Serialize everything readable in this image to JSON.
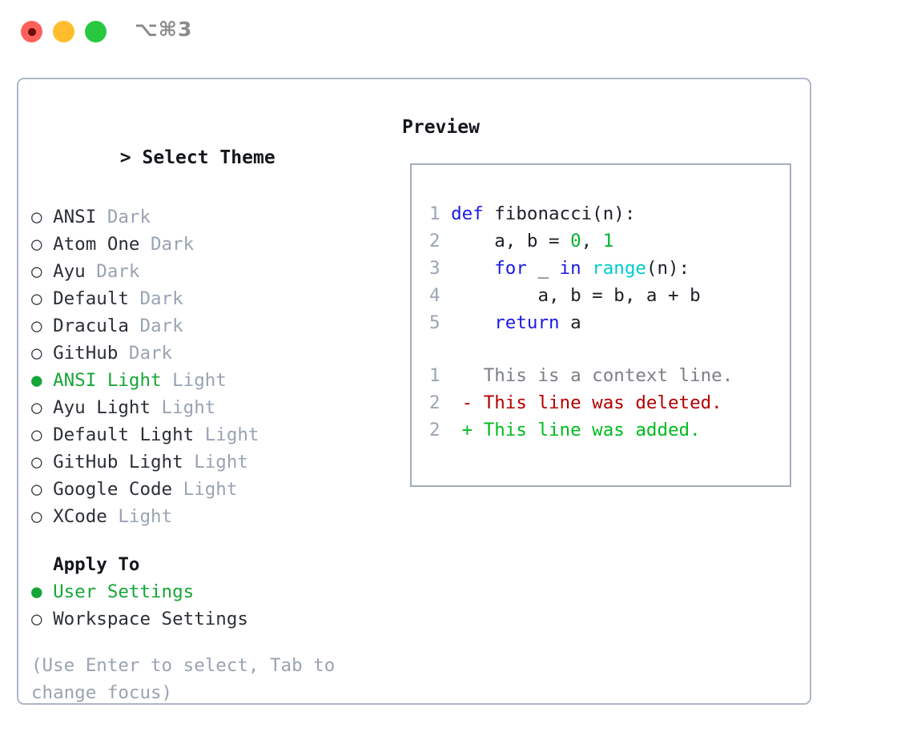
{
  "titlebar": {
    "shortcut": "⌥⌘3",
    "buttons": [
      {
        "name": "close",
        "color": "#ff605c"
      },
      {
        "name": "minimize",
        "color": "#ffbd2e"
      },
      {
        "name": "maximize",
        "color": "#28c840"
      }
    ]
  },
  "theme_selector": {
    "caret": ">",
    "title": "Select Theme",
    "bullet_selected": "●",
    "bullet_unselected": "○",
    "items": [
      {
        "name": "ANSI",
        "kind": "Dark",
        "selected": false
      },
      {
        "name": "Atom One",
        "kind": "Dark",
        "selected": false
      },
      {
        "name": "Ayu",
        "kind": "Dark",
        "selected": false
      },
      {
        "name": "Default",
        "kind": "Dark",
        "selected": false
      },
      {
        "name": "Dracula",
        "kind": "Dark",
        "selected": false
      },
      {
        "name": "GitHub",
        "kind": "Dark",
        "selected": false
      },
      {
        "name": "ANSI Light",
        "kind": "Light",
        "selected": true
      },
      {
        "name": "Ayu Light",
        "kind": "Light",
        "selected": false
      },
      {
        "name": "Default Light",
        "kind": "Light",
        "selected": false
      },
      {
        "name": "GitHub Light",
        "kind": "Light",
        "selected": false
      },
      {
        "name": "Google Code",
        "kind": "Light",
        "selected": false
      },
      {
        "name": "XCode",
        "kind": "Light",
        "selected": false
      }
    ]
  },
  "apply_to": {
    "title": "Apply To",
    "options": [
      {
        "label": "User Settings",
        "selected": true
      },
      {
        "label": "Workspace Settings",
        "selected": false
      }
    ]
  },
  "hint": "(Use Enter to select, Tab to change focus)",
  "preview": {
    "title": "Preview",
    "code_lines": [
      {
        "no": "1",
        "tokens": [
          {
            "t": "def",
            "c": "kw"
          },
          {
            "t": " fibonacci(n):",
            "c": "plain"
          }
        ]
      },
      {
        "no": "2",
        "tokens": [
          {
            "t": "    a, b = ",
            "c": "plain"
          },
          {
            "t": "0",
            "c": "num"
          },
          {
            "t": ", ",
            "c": "plain"
          },
          {
            "t": "1",
            "c": "num"
          }
        ]
      },
      {
        "no": "3",
        "tokens": [
          {
            "t": "    ",
            "c": "plain"
          },
          {
            "t": "for",
            "c": "kw"
          },
          {
            "t": " _ ",
            "c": "plain"
          },
          {
            "t": "in",
            "c": "kw"
          },
          {
            "t": " ",
            "c": "plain"
          },
          {
            "t": "range",
            "c": "fn"
          },
          {
            "t": "(n):",
            "c": "plain"
          }
        ]
      },
      {
        "no": "4",
        "tokens": [
          {
            "t": "        a, b = b, a + b",
            "c": "plain"
          }
        ]
      },
      {
        "no": "5",
        "tokens": [
          {
            "t": "    ",
            "c": "plain"
          },
          {
            "t": "return",
            "c": "kw"
          },
          {
            "t": " a",
            "c": "plain"
          }
        ]
      }
    ],
    "diff_lines": [
      {
        "no": "1",
        "marker": " ",
        "text": "This is a context line.",
        "kind": "d-ctx"
      },
      {
        "no": "2",
        "marker": "-",
        "text": "This line was deleted.",
        "kind": "d-del"
      },
      {
        "no": "2",
        "marker": "+",
        "text": "This line was added.",
        "kind": "d-add"
      }
    ]
  },
  "colors": {
    "accent_green": "#16a637",
    "muted": "#99a3b3",
    "border": "#aeb7c6",
    "keyword": "#1a1ae6",
    "number": "#00b32b",
    "builtin": "#00cccc",
    "diff_add": "#00bb1e",
    "diff_del": "#b30000"
  }
}
